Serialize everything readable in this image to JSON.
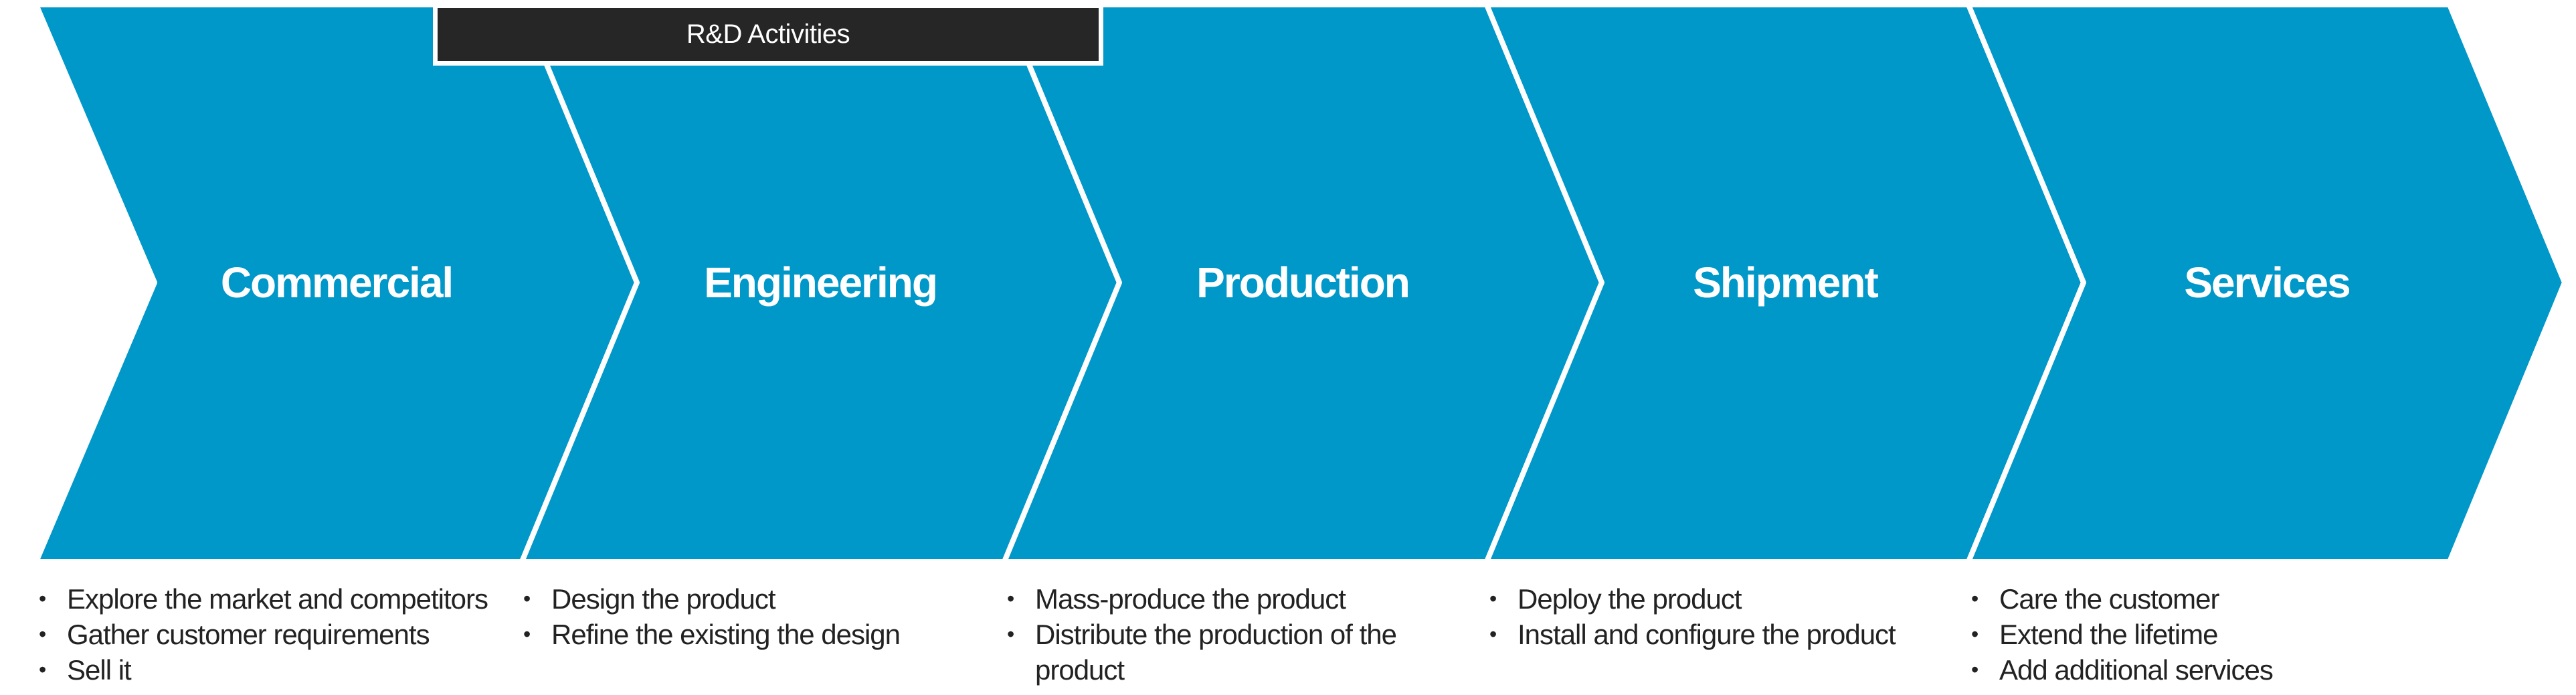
{
  "colors": {
    "stage_fill": "#0097C9",
    "banner_fill": "#262626",
    "text": "#222222"
  },
  "banner": {
    "label": "R&D Activities"
  },
  "stages": [
    {
      "title": "Commercial",
      "bullets": [
        "Explore the market and competitors",
        "Gather customer requirements",
        "Sell it"
      ]
    },
    {
      "title": "Engineering",
      "bullets": [
        "Design the product",
        "Refine the existing the design"
      ]
    },
    {
      "title": "Production",
      "bullets": [
        "Mass-produce the product",
        "Distribute the production of the product"
      ]
    },
    {
      "title": "Shipment",
      "bullets": [
        "Deploy the product",
        "Install and configure the product"
      ]
    },
    {
      "title": "Services",
      "bullets": [
        "Care the customer",
        "Extend the lifetime",
        "Add additional services"
      ]
    }
  ]
}
